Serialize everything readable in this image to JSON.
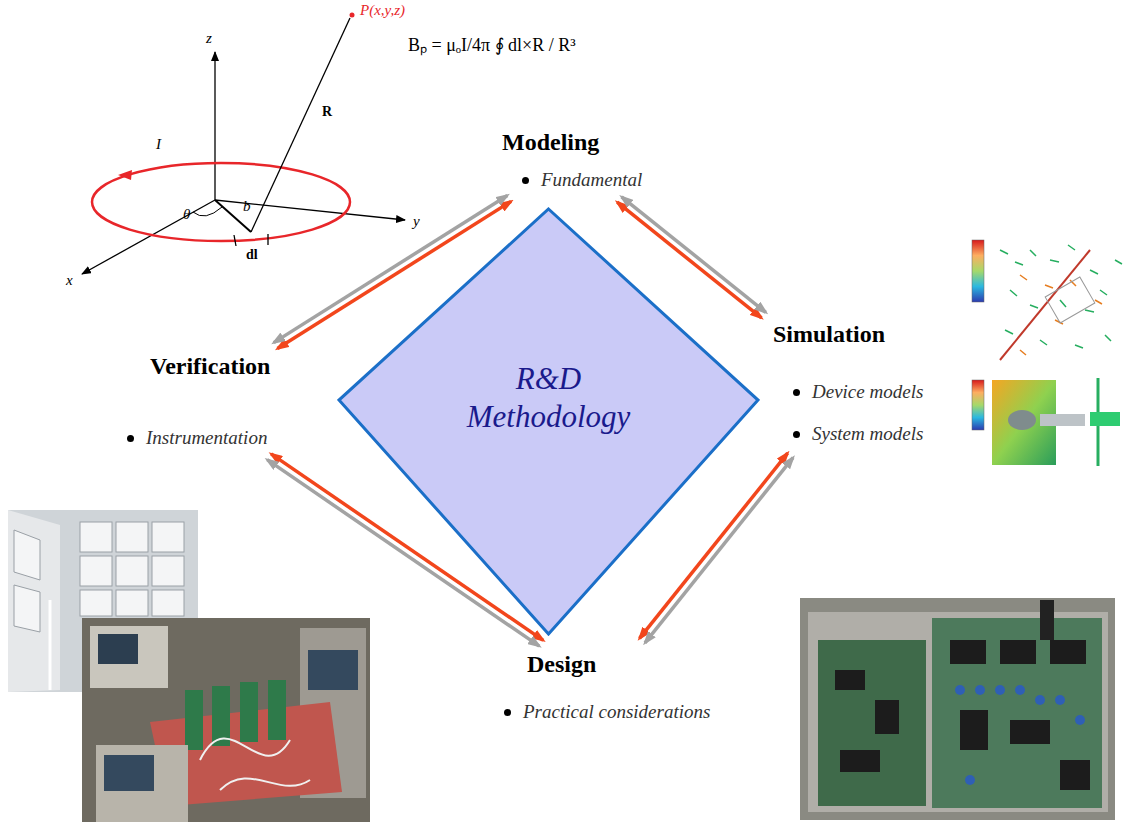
{
  "diagram": {
    "nodes": [
      {
        "text": [
          "Modeling",
          "Fundamental"
        ]
      },
      {
        "text": [
          "Verification",
          "Instrumentation"
        ]
      },
      {
        "text": [
          "R&D Methodology"
        ]
      },
      {
        "text": [
          "Simulation",
          "Device models",
          "System models"
        ]
      },
      {
        "text": [
          "Design",
          "Practical considerations"
        ]
      }
    ],
    "edges": [
      {
        "from": 1,
        "to": 0,
        "arrow": "both"
      },
      {
        "from": 0,
        "to": 3,
        "arrow": "both"
      },
      {
        "from": 3,
        "to": 4,
        "arrow": "both"
      },
      {
        "from": 4,
        "to": 1,
        "arrow": "both"
      }
    ],
    "labels": [
      "Bₚ = μₒI/4π ∮ dl×R / R³",
      "z",
      "y",
      "x",
      "P(x,y,z)",
      "R",
      "I",
      "θ",
      "b",
      "dl"
    ]
  }
}
